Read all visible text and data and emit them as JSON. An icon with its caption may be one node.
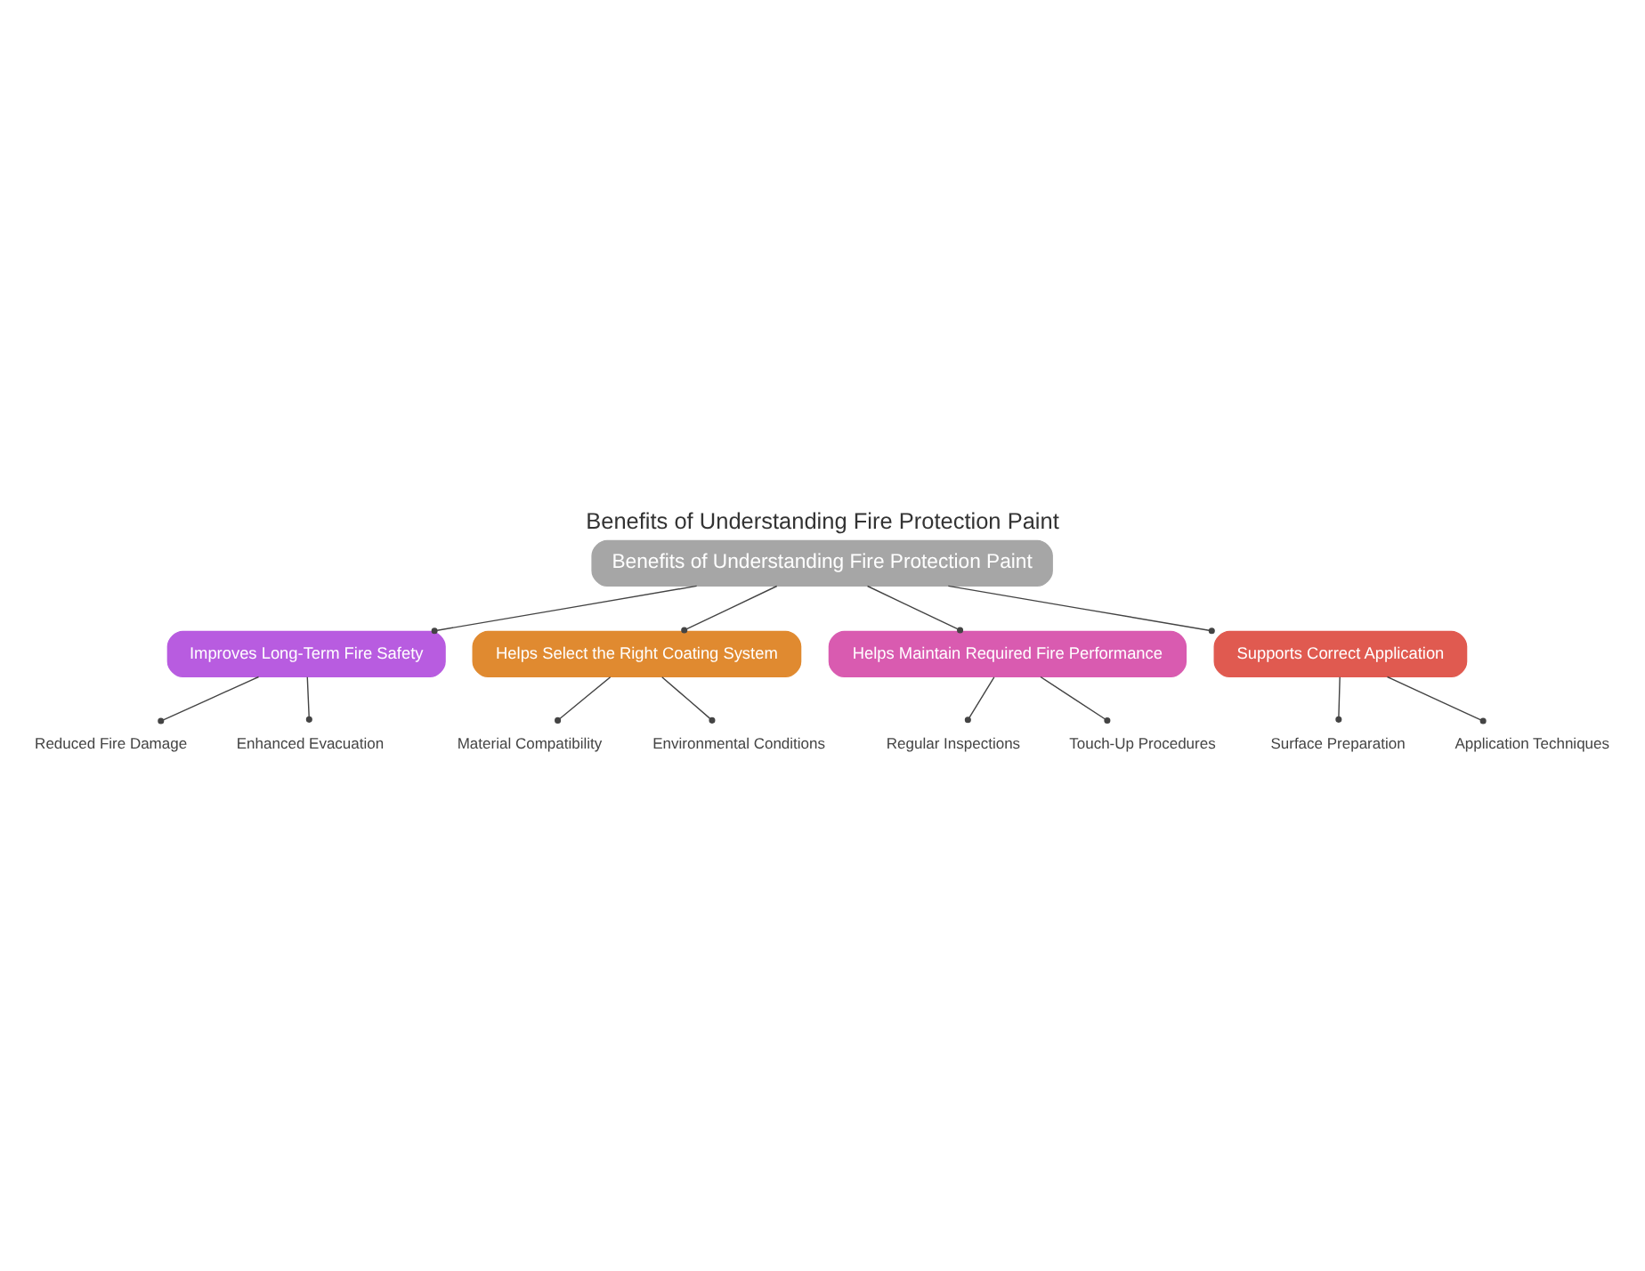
{
  "diagram": {
    "title": "Benefits of Understanding Fire Protection Paint",
    "nodes": [
      {
        "text": [
          "Benefits of Understanding Fire Protection Paint"
        ]
      },
      {
        "text": [
          "Improves Long-Term Fire Safety"
        ]
      },
      {
        "text": [
          "Reduced Fire Damage"
        ]
      },
      {
        "text": [
          "Enhanced Evacuation"
        ]
      },
      {
        "text": [
          "Helps Select the Right Coating System"
        ]
      },
      {
        "text": [
          "Material Compatibility"
        ]
      },
      {
        "text": [
          "Environmental Conditions"
        ]
      },
      {
        "text": [
          "Helps Maintain Required Fire Performance"
        ]
      },
      {
        "text": [
          "Regular Inspections"
        ]
      },
      {
        "text": [
          "Touch-Up Procedures"
        ]
      },
      {
        "text": [
          "Supports Correct Application"
        ]
      },
      {
        "text": [
          "Surface Preparation"
        ]
      },
      {
        "text": [
          "Application Techniques"
        ]
      }
    ],
    "edges": [
      {
        "from": 0,
        "to": 1,
        "arrow": "other"
      },
      {
        "from": 1,
        "to": 2,
        "arrow": "other"
      },
      {
        "from": 1,
        "to": 3,
        "arrow": "other"
      },
      {
        "from": 0,
        "to": 4,
        "arrow": "other"
      },
      {
        "from": 4,
        "to": 5,
        "arrow": "other"
      },
      {
        "from": 4,
        "to": 6,
        "arrow": "other"
      },
      {
        "from": 0,
        "to": 7,
        "arrow": "other"
      },
      {
        "from": 7,
        "to": 8,
        "arrow": "other"
      },
      {
        "from": 7,
        "to": 9,
        "arrow": "other"
      },
      {
        "from": 0,
        "to": 10,
        "arrow": "other"
      },
      {
        "from": 10,
        "to": 11,
        "arrow": "other"
      },
      {
        "from": 10,
        "to": 12,
        "arrow": "other"
      }
    ]
  }
}
